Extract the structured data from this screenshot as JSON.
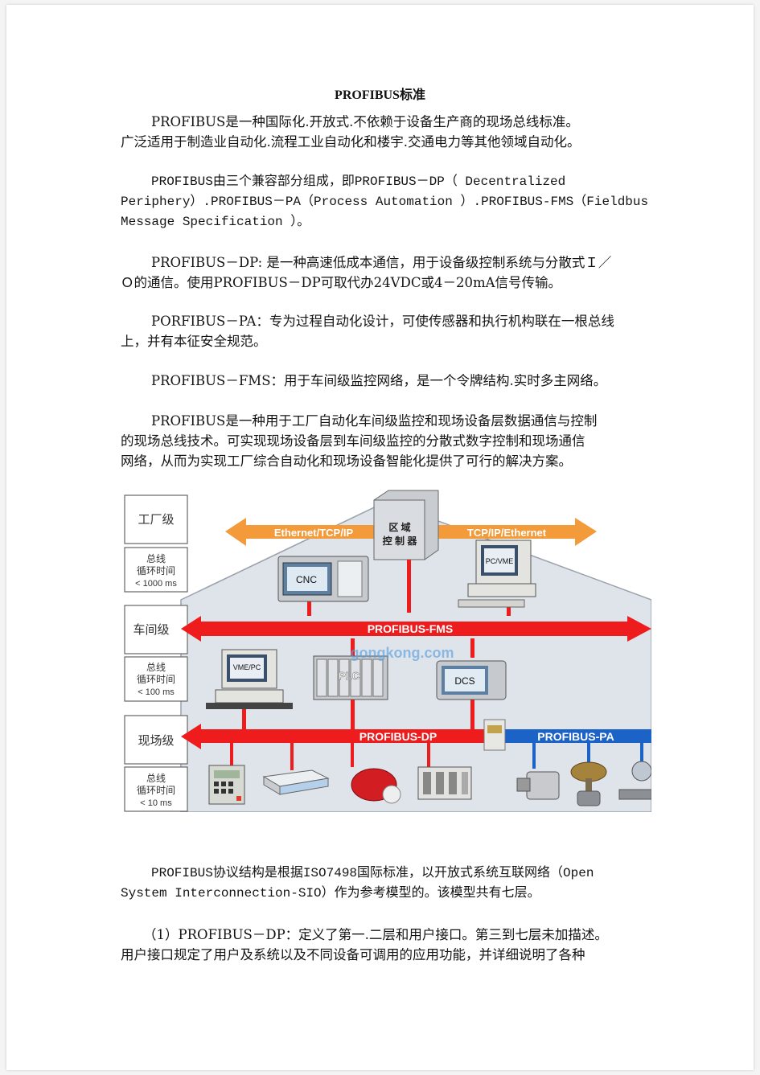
{
  "document": {
    "title": "PROFIBUS标准",
    "p1": {
      "l1": "PROFIBUS是一种国际化.开放式.不依赖于设备生产商的现场总线标准。",
      "l2": "广泛适用于制造业自动化.流程工业自动化和楼宇.交通电力等其他领域自动化。"
    },
    "p2": {
      "l1": "PROFIBUS由三个兼容部分组成，即PROFIBUS－DP（ Decentralized",
      "l2": "Periphery）.PROFIBUS－PA（Process Automation ）.PROFIBUS-FMS（Fieldbus",
      "l3": "Message Specification ）。"
    },
    "p3": {
      "l1": "PROFIBUS－DP: 是一种高速低成本通信，用于设备级控制系统与分散式Ｉ／",
      "l2": "Ｏ的通信。使用PROFIBUS－DP可取代办24VDC或4－20mA信号传输。"
    },
    "p4": {
      "l1": "PORFIBUS－PA：专为过程自动化设计，可使传感器和执行机构联在一根总线",
      "l2": "上，并有本征安全规范。"
    },
    "p5": {
      "l1": "PROFIBUS－FMS：用于车间级监控网络，是一个令牌结构.实时多主网络。"
    },
    "p6": {
      "l1": "PROFIBUS是一种用于工厂自动化车间级监控和现场设备层数据通信与控制",
      "l2": "的现场总线技术。可实现现场设备层到车间级监控的分散式数字控制和现场通信",
      "l3": "网络，从而为实现工厂综合自动化和现场设备智能化提供了可行的解决方案。"
    },
    "p7": {
      "l1": "PROFIBUS协议结构是根据ISO7498国际标准，以开放式系统互联网络（Open",
      "l2": "System Interconnection-SIO）作为参考模型的。该模型共有七层。"
    },
    "p8": {
      "l1": "（1）PROFIBUS－DP：定义了第一.二层和用户接口。第三到七层未加描述。",
      "l2": "用户接口规定了用户及系统以及不同设备可调用的应用功能，并详细说明了各种"
    }
  },
  "diagram": {
    "levels": [
      {
        "name": "工厂级",
        "cycle_label": "总线",
        "cycle_label2": "循环时间",
        "cycle_time": "< 1000 ms"
      },
      {
        "name": "车间级",
        "cycle_label": "总线",
        "cycle_label2": "循环时间",
        "cycle_time": "< 100 ms"
      },
      {
        "name": "现场级",
        "cycle_label": "总线",
        "cycle_label2": "循环时间",
        "cycle_time": "< 10 ms"
      }
    ],
    "ethernet_left": "Ethernet/TCP/IP",
    "ethernet_right": "TCP/IP/Ethernet",
    "area_controller_l1": "区 域",
    "area_controller_l2": "控 制 器",
    "bus_fms": "PROFIBUS-FMS",
    "bus_dp": "PROFIBUS-DP",
    "bus_pa": "PROFIBUS-PA",
    "device_cnc": "CNC",
    "device_pcvme": "PC/VME",
    "device_vmepc": "VME/PC",
    "device_plc": "PLC",
    "device_dcs": "DCS",
    "watermark": "gongkong.com",
    "colors": {
      "orange": "#f39a3a",
      "red": "#ee1c1c",
      "blue": "#1b63c6",
      "grey_tri": "#d9dde4"
    }
  }
}
